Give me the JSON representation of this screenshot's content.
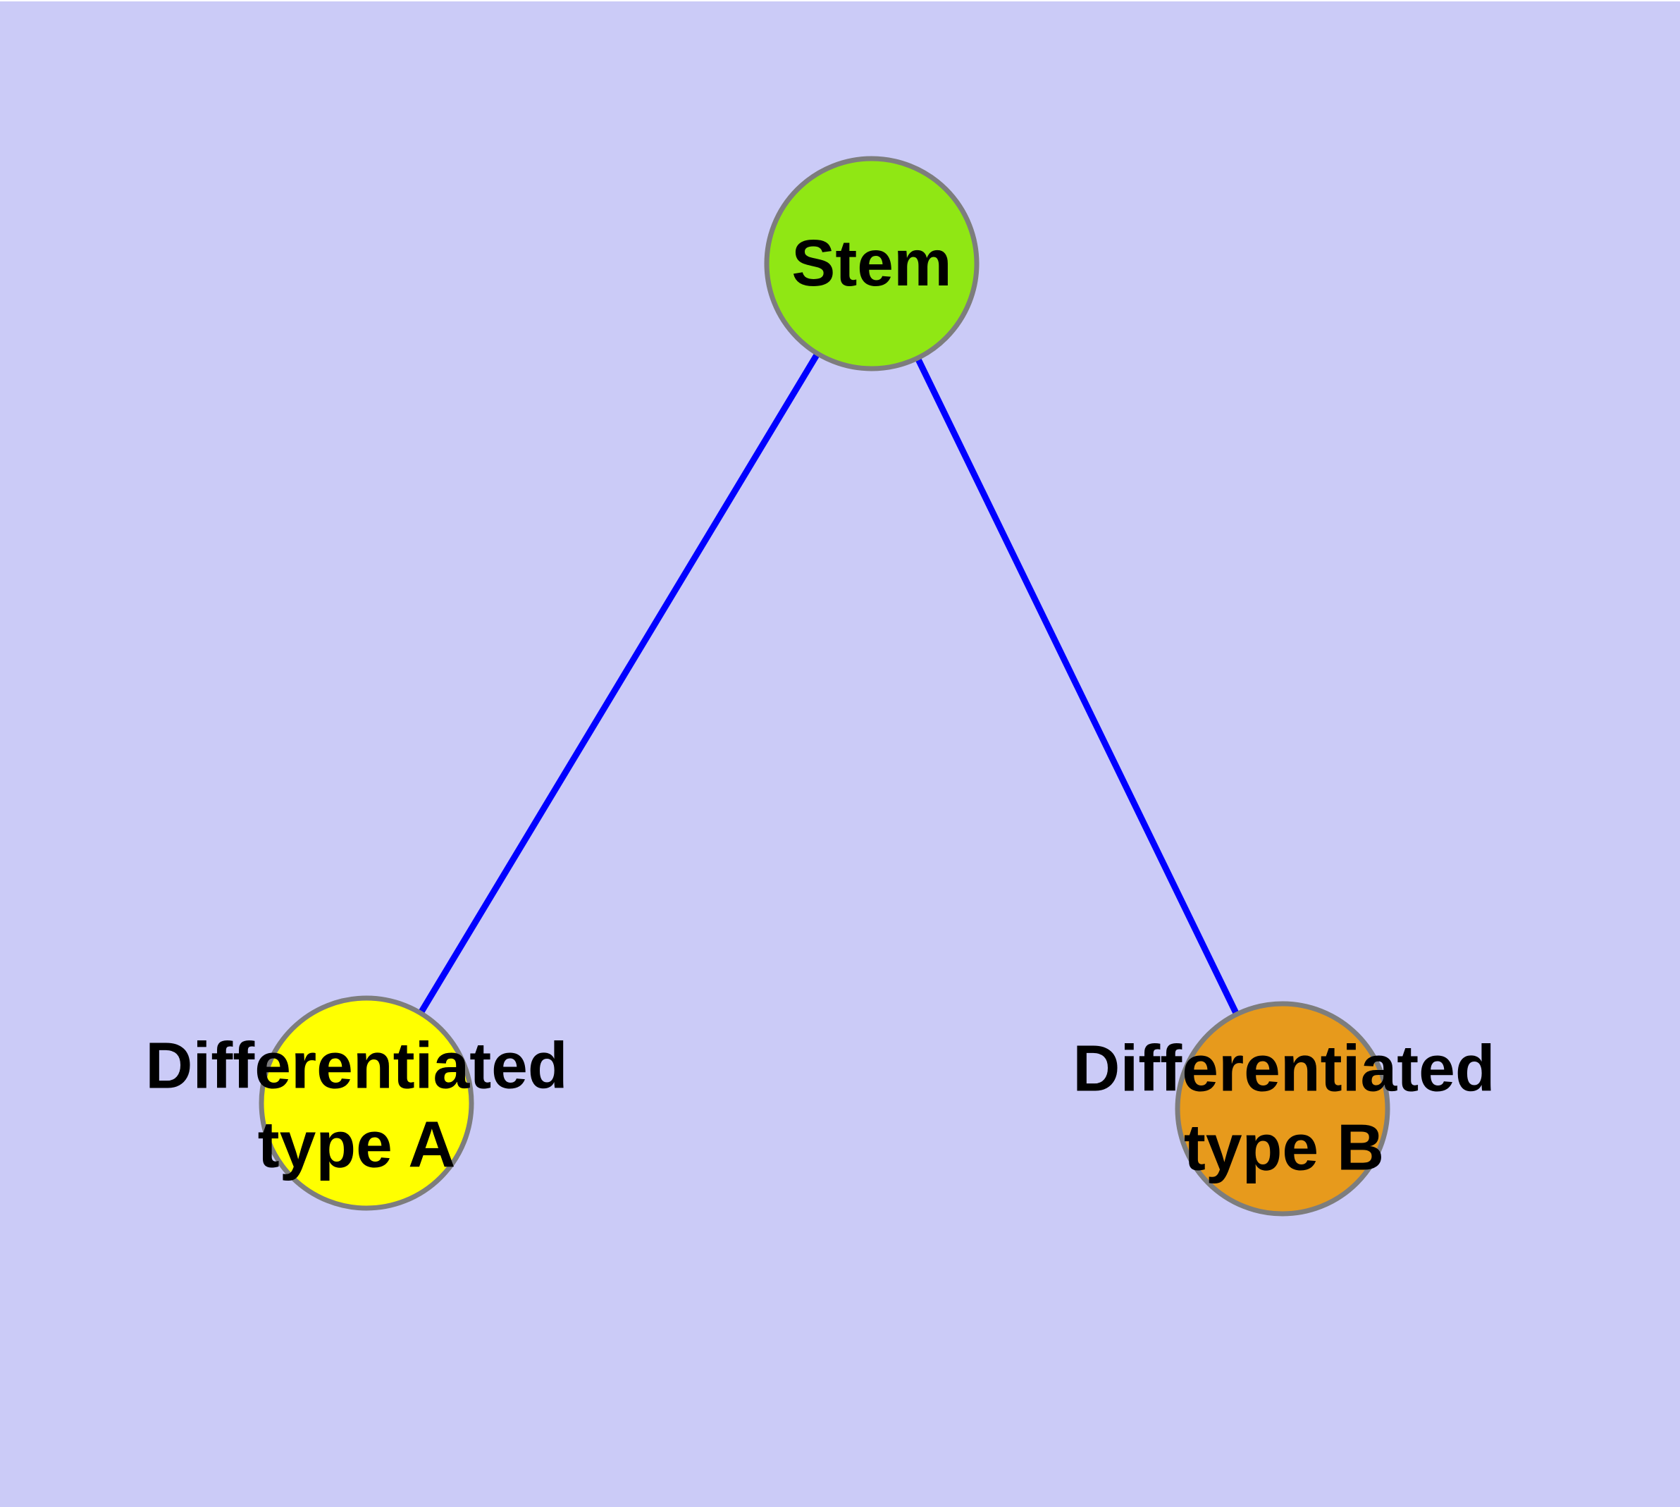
{
  "figure": {
    "background_color": "#cbcbf7",
    "top_strip_color": "#ffffff",
    "text_color": "#000000"
  },
  "nodes": {
    "stem": {
      "label": "Stem",
      "fill_color": "#90e714",
      "border_color": "#7d7d7d"
    },
    "type_a": {
      "label_line1": "Differentiated",
      "label_line2": "type A",
      "fill_color": "#ffff00",
      "border_color": "#7d7d7d"
    },
    "type_b": {
      "label_line1": "Differentiated",
      "label_line2": "type B",
      "fill_color": "#e79a1c",
      "border_color": "#7d7d7d"
    }
  },
  "edges": {
    "stem_to_type_a": {
      "color": "#0000ff"
    },
    "stem_to_type_b": {
      "color": "#0000ff"
    }
  }
}
